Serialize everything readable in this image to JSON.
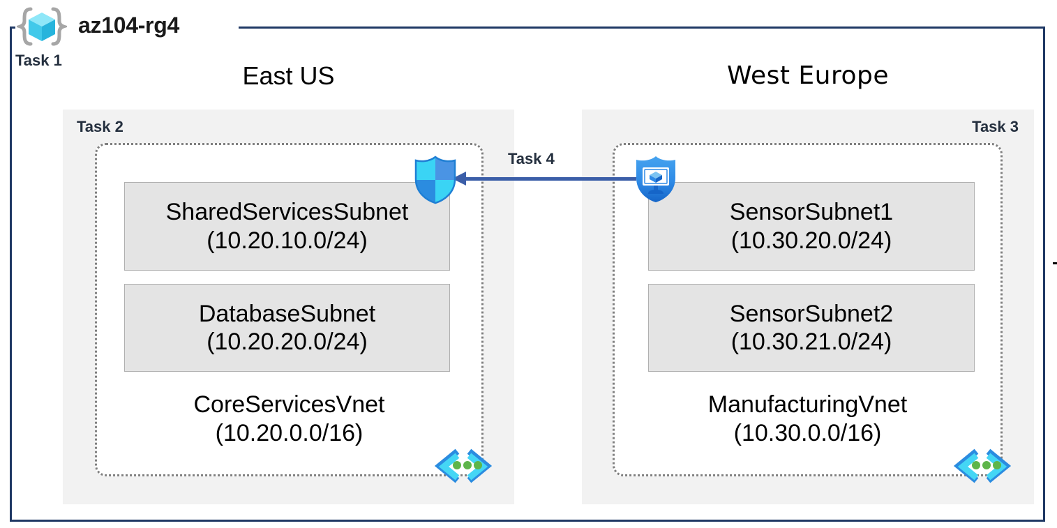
{
  "frame": {
    "resource_group_name": "az104-rg4",
    "resource_group_icon": "resource-group-cube-icon",
    "task_label": "Task 1",
    "border_color": "#1f3864"
  },
  "regions": [
    {
      "id": "east-us",
      "title": "East US",
      "task_label": "Task 2",
      "task_align": "left",
      "vnet": {
        "name": "CoreServicesVnet",
        "cidr": "(10.20.0.0/16)",
        "icon": "virtual-network-icon",
        "subnets": [
          {
            "name": "SharedServicesSubnet",
            "cidr": "(10.20.10.0/24)"
          },
          {
            "name": "DatabaseSubnet",
            "cidr": "(10.20.20.0/24)"
          }
        ]
      }
    },
    {
      "id": "west-europe",
      "title": "West Europe",
      "task_label": "Task 3",
      "task_align": "right",
      "vnet": {
        "name": "ManufacturingVnet",
        "cidr": "(10.30.0.0/16)",
        "icon": "virtual-network-icon",
        "subnets": [
          {
            "name": "SensorSubnet1",
            "cidr": "(10.30.20.0/24)"
          },
          {
            "name": "SensorSubnet2",
            "cidr": "(10.30.21.0/24)"
          }
        ]
      }
    }
  ],
  "connection": {
    "task_label": "Task 4",
    "direction": "right-to-left",
    "line_color": "#3b5ea8",
    "source_icon": "defender-shield-monitor-icon",
    "target_icon": "network-security-group-shield-icon"
  },
  "colors": {
    "region_fill": "#f2f2f2",
    "subnet_fill": "#e4e4e4",
    "subnet_stroke": "#b0b0b0",
    "vnet_stroke": "#808080",
    "frame_stroke": "#1f3864",
    "task_text": "#25303f",
    "nsg_cyan": "#3ad4f5",
    "nsg_blue": "#3f8fe0",
    "defender_blue": "#2e8ae6",
    "vnet_glyph_green": "#5eb54a"
  }
}
